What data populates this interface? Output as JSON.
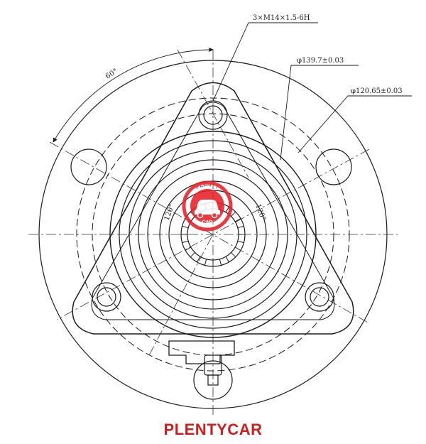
{
  "annotations": {
    "thread": "3×M14×1.5-6H",
    "pcd": "φ139.7±0.03",
    "pilot": "φ120.65±0.03",
    "angle_top": "60°",
    "angle_left": "120°",
    "angle_right": "120°"
  },
  "watermark": {
    "top_text": "PLENTY",
    "bottom_text": "CAR",
    "color": "#e8202a"
  },
  "brand": {
    "label": "PLENTYCAR",
    "color": "#cc1f1f"
  },
  "colors": {
    "line": "#1a1a1a",
    "dashed": "#333333"
  }
}
